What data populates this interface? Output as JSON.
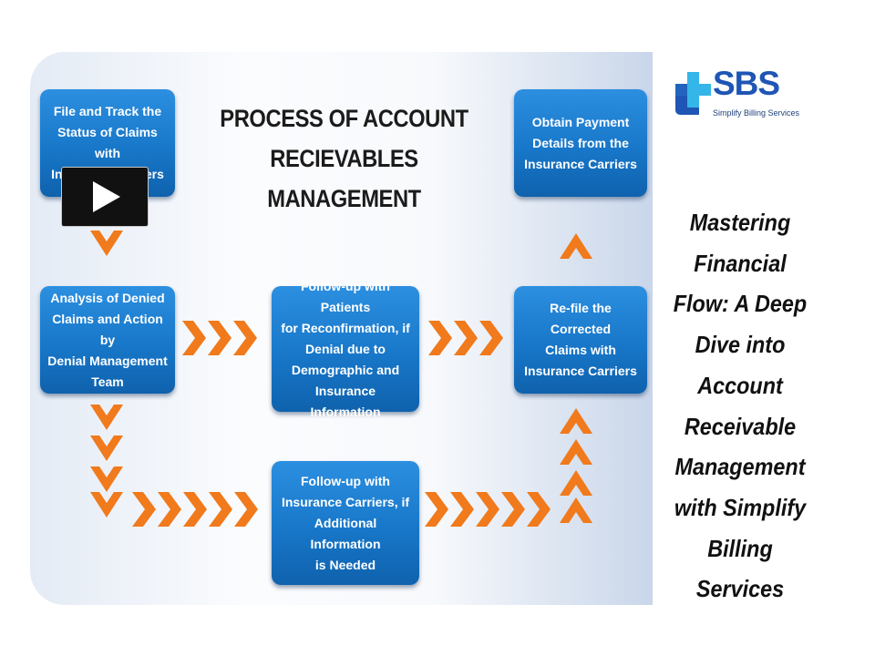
{
  "diagram": {
    "title": "PROCESS OF ACCOUNT\nRECIEVABLES MANAGEMENT",
    "boxes": {
      "file_track": "File and Track the\nStatus of Claims with\nInsurance Carriers",
      "obtain_payment": "Obtain Payment\nDetails from the\nInsurance Carriers",
      "analysis_denied": "Analysis of Denied\nClaims and Action by\nDenial Management\nTeam",
      "followup_patients": "Follow-up with Patients\nfor Reconfirmation, if\nDenial due to\nDemographic and\nInsurance Information",
      "refile": "Re-file the Corrected\nClaims with\nInsurance Carriers",
      "followup_carriers": "Follow-up  with\nInsurance Carriers, if\nAdditional  Information\nis Needed"
    },
    "colors": {
      "box": "#1877c9",
      "arrow": "#f07a1c",
      "title": "#1b1b1b"
    }
  },
  "player": {
    "icon": "play-icon"
  },
  "logo": {
    "text": "SBS",
    "tagline": "Simplify Billing Services",
    "brand_color": "#1f56b5",
    "accent_color": "#35b6e8"
  },
  "side_heading": "Mastering Financial Flow: A Deep Dive into Account Receivable Management with Simplify Billing Services"
}
